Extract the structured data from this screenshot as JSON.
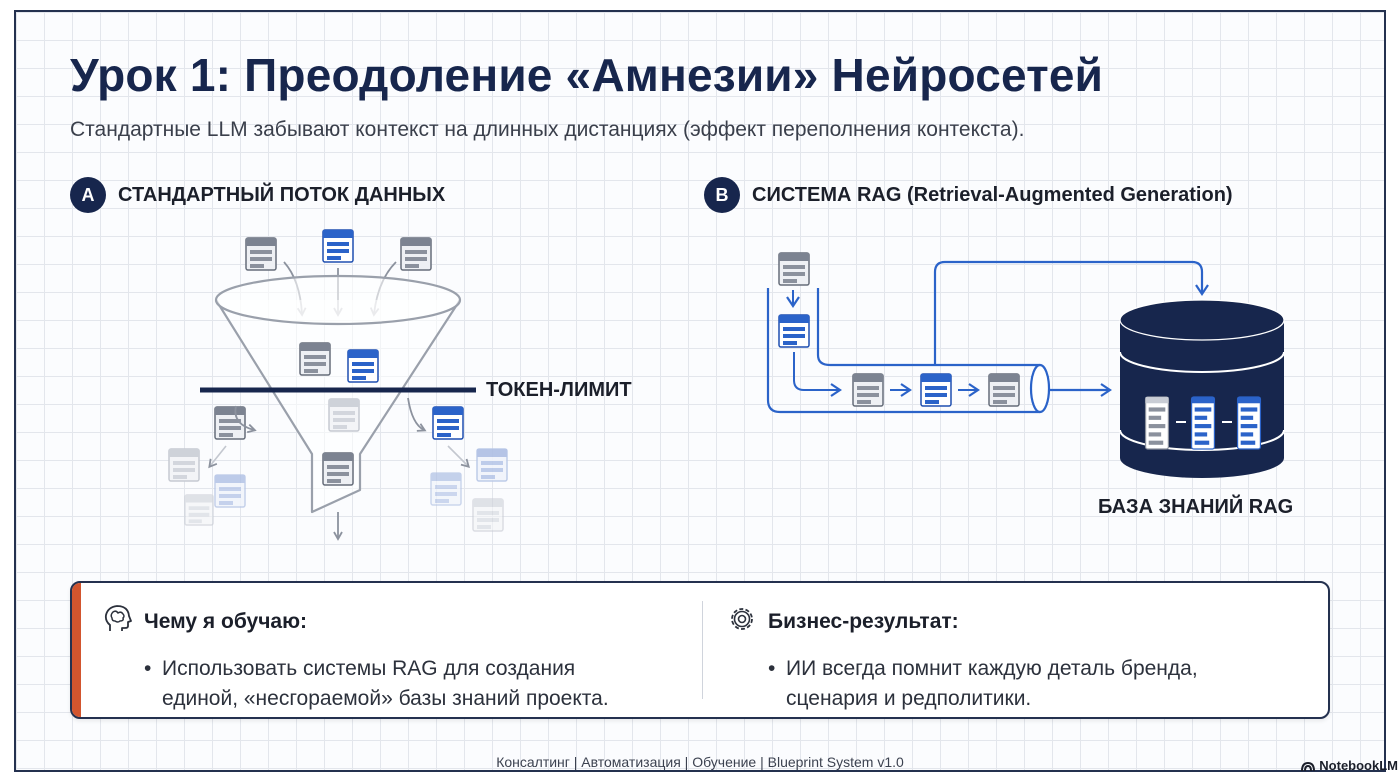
{
  "title": "Урок 1: Преодоление «Амнезии» Нейросетей",
  "subtitle": "Стандартные LLM забывают контекст на длинных дистанциях (эффект переполнения контекста).",
  "section_a": {
    "badge": "A",
    "label": "СТАНДАРТНЫЙ ПОТОК ДАННЫХ",
    "token_limit_label": "ТОКЕН-ЛИМИТ"
  },
  "section_b": {
    "badge": "B",
    "label": "СИСТЕМА RAG (Retrieval-Augmented Generation)",
    "db_label": "БАЗА ЗНАНИЙ RAG"
  },
  "info": {
    "left": {
      "icon": "brain-head-icon",
      "title": "Чему я обучаю:",
      "bullet": "•",
      "line1": "Использовать системы RAG для создания",
      "line2": "единой, «несгораемой» базы знаний проекта."
    },
    "right": {
      "icon": "gear-icon",
      "title": "Бизнес-результат:",
      "bullet": "•",
      "line1": "ИИ всегда помнит каждую деталь бренда,",
      "line2": "сценария и редполитики."
    }
  },
  "footer": "Консалтинг | Автоматизация | Обучение | Blueprint System v1.0",
  "brand": "NotebookLM",
  "colors": {
    "navy": "#17264d",
    "blue": "#2b63c9",
    "accent": "#d2552e",
    "gray": "#8c929e"
  }
}
